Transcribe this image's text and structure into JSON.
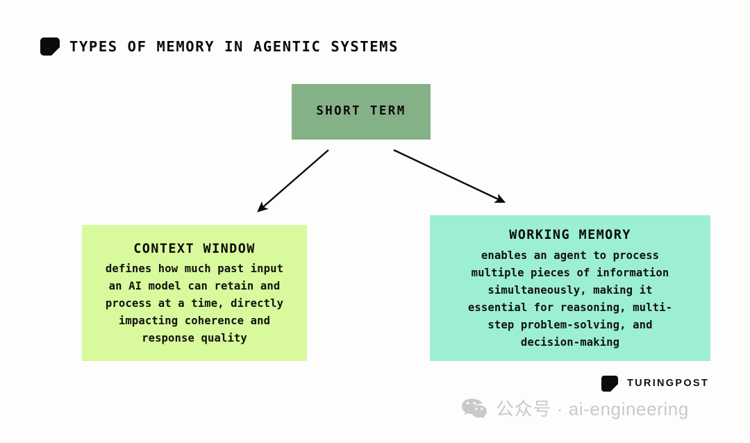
{
  "header": {
    "title": "TYPES OF MEMORY IN AGENTIC SYSTEMS",
    "logo_icon": "turingpost-cut-corner-mark"
  },
  "diagram": {
    "root": {
      "label": "SHORT TERM",
      "color": "#85b189"
    },
    "branches": [
      {
        "heading": "CONTEXT WINDOW",
        "color": "#d8fa9c",
        "body_lines": [
          "defines how much past input",
          "an AI model can retain and",
          "process at a time, directly",
          "impacting coherence and",
          "response quality"
        ]
      },
      {
        "heading": "WORKING MEMORY",
        "color": "#9defd2",
        "body_lines": [
          "enables an agent to process",
          "multiple pieces of information",
          "simultaneously, making it",
          "essential for reasoning, multi-",
          "step problem-solving, and",
          "decision-making"
        ]
      }
    ],
    "connectors": [
      {
        "from": "root",
        "to": "CONTEXT WINDOW",
        "style": "solid-arrow",
        "color": "#0a0a0a"
      },
      {
        "from": "root",
        "to": "WORKING MEMORY",
        "style": "solid-arrow",
        "color": "#0a0a0a"
      }
    ]
  },
  "footer": {
    "brand_name": "TURINGPOST",
    "brand_icon": "turingpost-cut-corner-mark",
    "watermark_icon": "wechat-icon",
    "watermark_text": "公众号 · ai-engineering",
    "watermark_color": "#c9c9c9"
  }
}
